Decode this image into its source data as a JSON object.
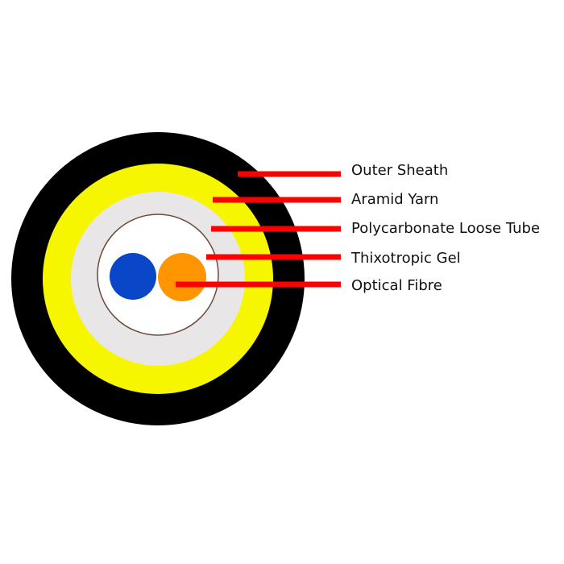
{
  "colors": {
    "background": "#ffffff",
    "outer_sheath": "#000000",
    "aramid_yarn": "#f6f600",
    "loose_tube": "#e8e6e6",
    "tube_outline": "#6b4a3a",
    "gel": "#ffffff",
    "fibre_blue": "#0a46c8",
    "fibre_orange": "#ff9500",
    "leader": "#ff0000"
  },
  "labels": {
    "outer_sheath": "Outer Sheath",
    "aramid_yarn": "Aramid Yarn",
    "loose_tube": "Polycarbonate Loose Tube",
    "gel": "Thixotropic Gel",
    "fibre": "Optical Fibre"
  }
}
